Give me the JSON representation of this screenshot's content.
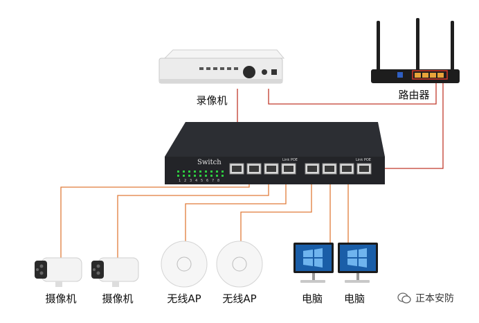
{
  "devices": {
    "nvr_label": "录像机",
    "router_label": "路由器",
    "switch_text": "Switch",
    "camera_label": "摄像机",
    "ap_label": "无线AP",
    "pc_label": "电脑"
  },
  "switch_panel": {
    "link_poe_left": "Link  POE",
    "link_poe_right": "Link  POE",
    "port_numbers": [
      "1",
      "2",
      "3",
      "4",
      "5",
      "6",
      "7",
      "8"
    ]
  },
  "watermark": {
    "text": "正本安防"
  },
  "colors": {
    "cable_red": "#c0392b",
    "cable_orange": "#e07b39",
    "switch_body": "#2a2c30",
    "led_green": "#2ecc40"
  }
}
